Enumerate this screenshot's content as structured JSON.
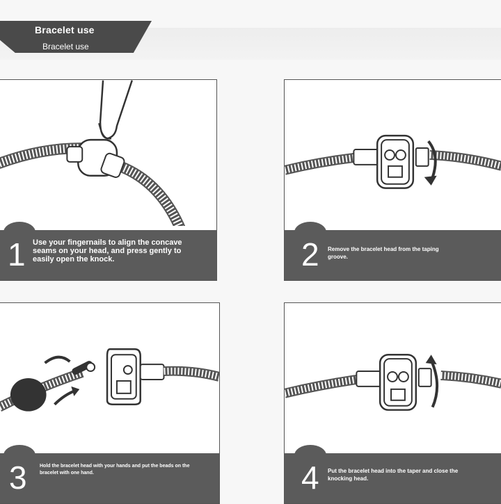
{
  "header": {
    "title": "Bracelet use",
    "subtitle": "Bracelet use"
  },
  "steps": [
    {
      "number": "1",
      "text": "Use your fingernails to align the concave seams on your head, and press gently to easily open the knock."
    },
    {
      "number": "2",
      "text": "Remove the bracelet head from the taping groove."
    },
    {
      "number": "3",
      "text": "Hold the bracelet head with your hands and put the beads on the bracelet with one hand."
    },
    {
      "number": "4",
      "text": "Put the bracelet head into the taper and close the knocking head."
    }
  ],
  "icons": [
    "finger-illustration",
    "bracelet-cord",
    "clasp-head",
    "rotate-arrow-icon",
    "bead"
  ]
}
